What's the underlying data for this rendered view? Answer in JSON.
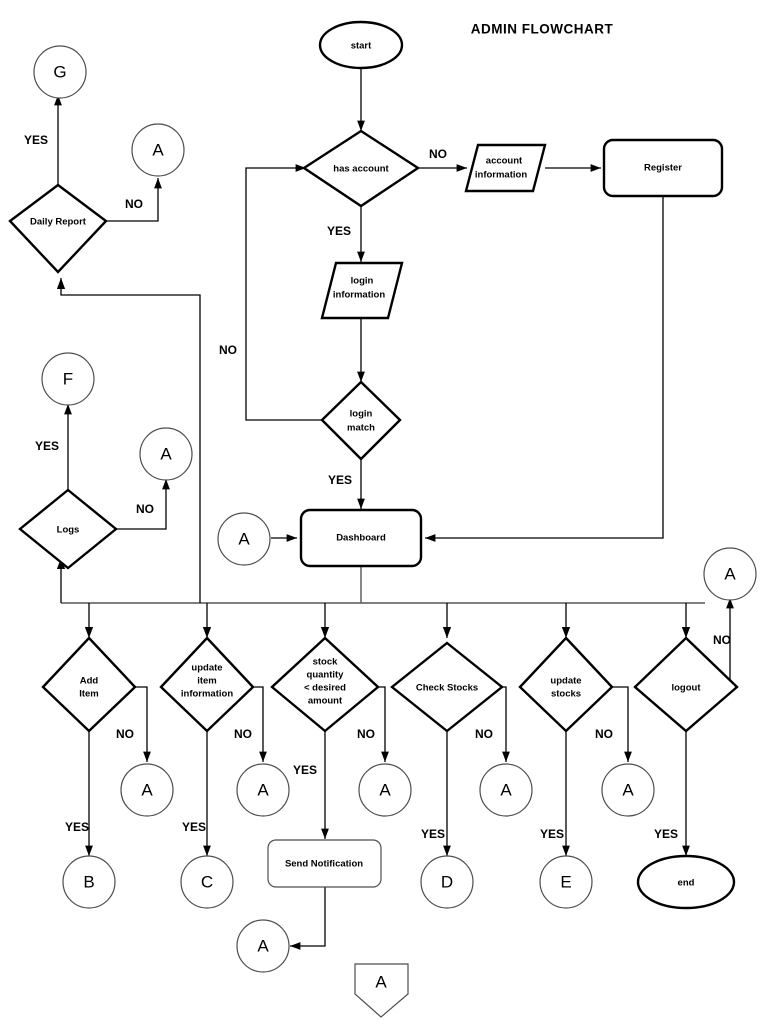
{
  "title": "ADMIN FLOWCHART",
  "chart_data": {
    "type": "diagram",
    "diagram_type": "flowchart",
    "title": "ADMIN FLOWCHART",
    "nodes": [
      {
        "id": "start",
        "label": "start",
        "shape": "terminator"
      },
      {
        "id": "has_account",
        "label": "has account",
        "shape": "decision"
      },
      {
        "id": "acct_info",
        "label": "account\ninformation",
        "shape": "io"
      },
      {
        "id": "register",
        "label": "Register",
        "shape": "process"
      },
      {
        "id": "login_info",
        "label": "login\ninformation",
        "shape": "io"
      },
      {
        "id": "login_match",
        "label": "login\nmatch",
        "shape": "decision"
      },
      {
        "id": "dashboard",
        "label": "Dashboard",
        "shape": "process"
      },
      {
        "id": "daily_report",
        "label": "Daily Report",
        "shape": "decision"
      },
      {
        "id": "logs",
        "label": "Logs",
        "shape": "decision"
      },
      {
        "id": "add_item",
        "label": "Add\nItem",
        "shape": "decision"
      },
      {
        "id": "update_item",
        "label": "update\nitem\ninformation",
        "shape": "decision"
      },
      {
        "id": "stock_qty",
        "label": "stock\nquantity\n< desired\namount",
        "shape": "decision"
      },
      {
        "id": "check_stocks",
        "label": "Check Stocks",
        "shape": "decision"
      },
      {
        "id": "update_stocks",
        "label": "update\nstocks",
        "shape": "decision"
      },
      {
        "id": "logout",
        "label": "logout",
        "shape": "decision"
      },
      {
        "id": "send_notif",
        "label": "Send Notification",
        "shape": "process"
      },
      {
        "id": "end",
        "label": "end",
        "shape": "terminator"
      }
    ],
    "connectors": [
      {
        "id": "conn_g",
        "label": "G",
        "shape": "circle"
      },
      {
        "id": "conn_f",
        "label": "F",
        "shape": "circle"
      },
      {
        "id": "conn_b",
        "label": "B",
        "shape": "circle"
      },
      {
        "id": "conn_c",
        "label": "C",
        "shape": "circle"
      },
      {
        "id": "conn_d",
        "label": "D",
        "shape": "circle"
      },
      {
        "id": "conn_e",
        "label": "E",
        "shape": "circle"
      },
      {
        "id": "conn_a_daily",
        "label": "A",
        "shape": "circle"
      },
      {
        "id": "conn_a_logs",
        "label": "A",
        "shape": "circle"
      },
      {
        "id": "conn_a_dash",
        "label": "A",
        "shape": "circle"
      },
      {
        "id": "conn_a_add",
        "label": "A",
        "shape": "circle"
      },
      {
        "id": "conn_a_update",
        "label": "A",
        "shape": "circle"
      },
      {
        "id": "conn_a_stock",
        "label": "A",
        "shape": "circle"
      },
      {
        "id": "conn_a_check",
        "label": "A",
        "shape": "circle"
      },
      {
        "id": "conn_a_ustock",
        "label": "A",
        "shape": "circle"
      },
      {
        "id": "conn_a_logout",
        "label": "A",
        "shape": "circle"
      },
      {
        "id": "conn_a_notif",
        "label": "A",
        "shape": "circle"
      },
      {
        "id": "conn_a_offpage",
        "label": "A",
        "shape": "offpage-pentagon"
      }
    ],
    "edge_labels": {
      "has_account_no": "NO",
      "has_account_yes": "YES",
      "login_match_no": "NO",
      "login_match_yes": "YES",
      "daily_report_yes": "YES",
      "daily_report_no": "NO",
      "logs_yes": "YES",
      "logs_no": "NO",
      "add_item_yes": "YES",
      "add_item_no": "NO",
      "update_item_yes": "YES",
      "update_item_no": "NO",
      "stock_qty_yes": "YES",
      "stock_qty_no": "NO",
      "check_stocks_yes": "YES",
      "check_stocks_no": "NO",
      "update_stocks_yes": "YES",
      "update_stocks_no": "NO",
      "logout_yes": "YES",
      "logout_no": "NO"
    },
    "node_labels": {
      "start": "start",
      "has_account": "has account",
      "acct_info_l1": "account",
      "acct_info_l2": "information",
      "register": "Register",
      "login_info_l1": "login",
      "login_info_l2": "information",
      "login_match_l1": "login",
      "login_match_l2": "match",
      "dashboard": "Dashboard",
      "daily_report": "Daily Report",
      "logs": "Logs",
      "add_item_l1": "Add",
      "add_item_l2": "Item",
      "update_item_l1": "update",
      "update_item_l2": "item",
      "update_item_l3": "information",
      "stock_qty_l1": "stock",
      "stock_qty_l2": "quantity",
      "stock_qty_l3": "< desired",
      "stock_qty_l4": "amount",
      "check_stocks": "Check Stocks",
      "update_stocks_l1": "update",
      "update_stocks_l2": "stocks",
      "logout": "logout",
      "send_notif": "Send Notification",
      "end": "end"
    },
    "connector_labels": {
      "g": "G",
      "f": "F",
      "b": "B",
      "c": "C",
      "d": "D",
      "e": "E",
      "a": "A"
    },
    "colors": {
      "stroke": "#000000",
      "thin_stroke": "#4d4d4d",
      "fill": "#ffffff",
      "text": "#000000"
    }
  }
}
